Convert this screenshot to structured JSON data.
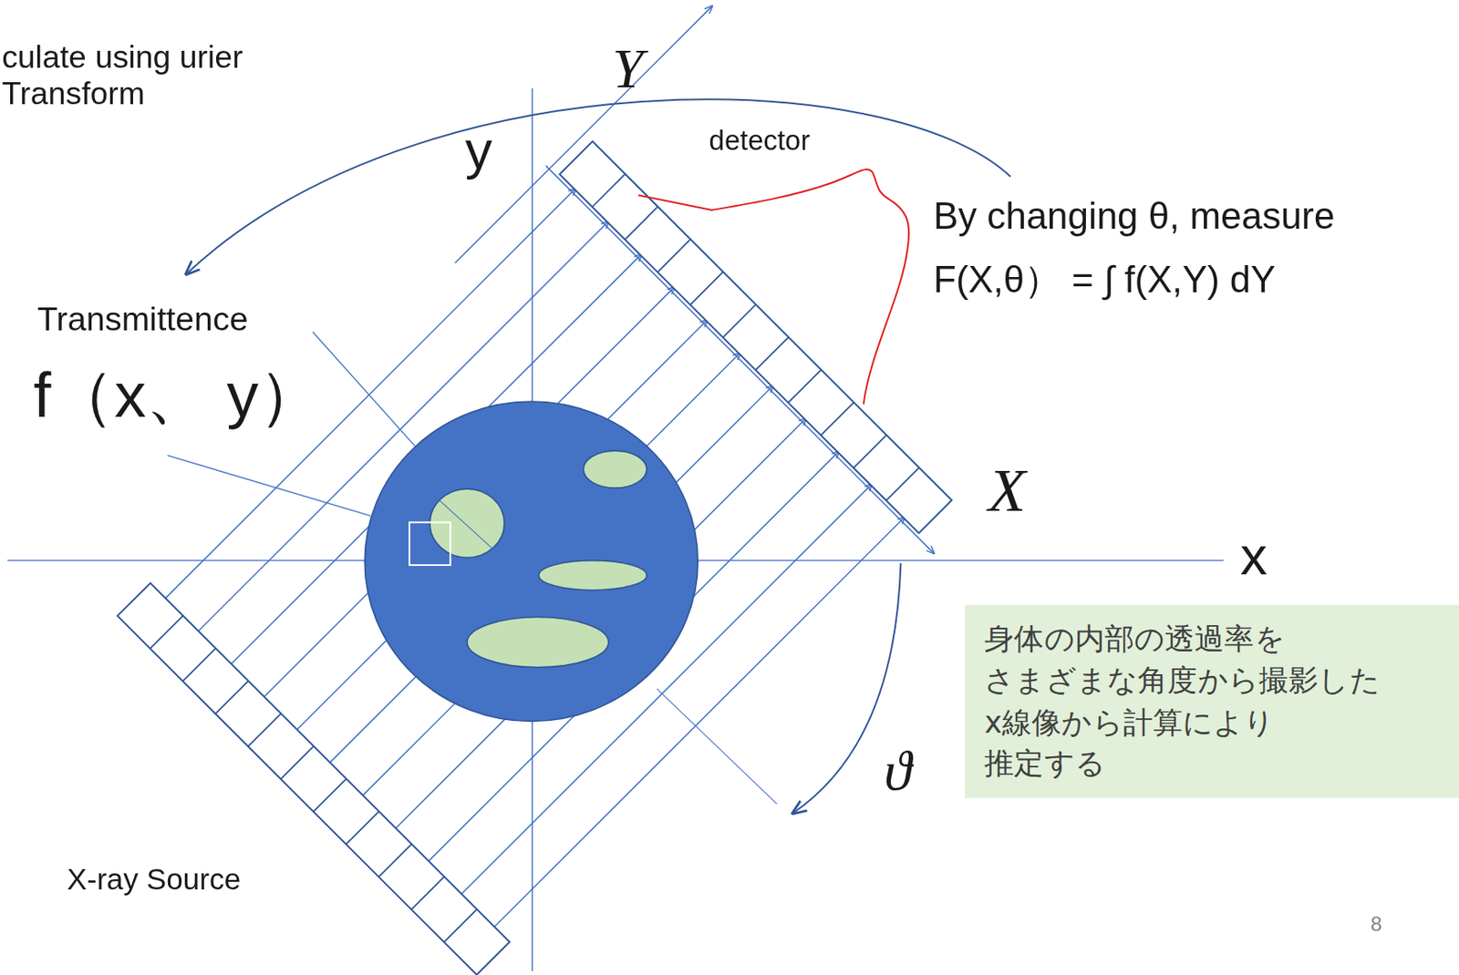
{
  "diagram": {
    "nodes": [
      {
        "text": [
          "身体の内部の透過率を さまざまな角度から撮影した x線像から計算により 推定する"
        ]
      }
    ],
    "labels": [
      "culate using urier Transform",
      "Y",
      "y",
      "detector",
      "By changing θ, measure F(X,θ） = ∫ f(X,Y) dY",
      "Transmittence",
      "f（x、 y）",
      "X",
      "x",
      "ϑ",
      "X-ray Source",
      "8"
    ]
  }
}
